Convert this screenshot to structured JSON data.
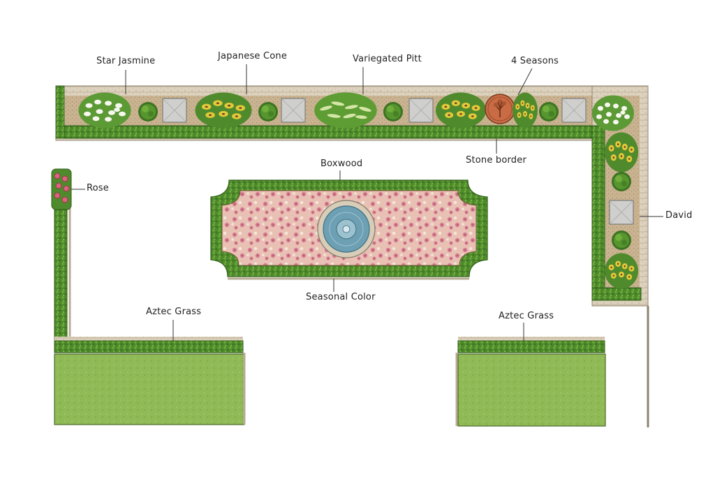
{
  "labels": {
    "star_jasmine": "Star Jasmine",
    "japanese_cone": "Japanese Cone",
    "variegated_pitt": "Variegated Pitt",
    "four_seasons": "4 Seasons",
    "stone_border": "Stone border",
    "boxwood": "Boxwood",
    "rose": "Rose",
    "david": "David",
    "seasonal_color": "Seasonal Color",
    "aztec_grass_left": "Aztec Grass",
    "aztec_grass_right": "Aztec Grass"
  },
  "icons": {
    "fountain": "fountain-icon",
    "medallion": "tree-medallion-icon",
    "stone_paver": "stone-paver-icon",
    "boxwood_ball": "boxwood-ball-icon"
  },
  "colors": {
    "hedge": "#4f8a2c",
    "hedge_dark": "#2f5e19",
    "stone": "#d8cdb8",
    "mulch": "#c9b391",
    "lawn": "#8fba56",
    "flower_bed": "#e7b7ad",
    "water": "#6ea0b4",
    "medallion": "#c96b45",
    "yellow_flower": "#e2c93a",
    "white_flower": "#f7f7ef"
  }
}
